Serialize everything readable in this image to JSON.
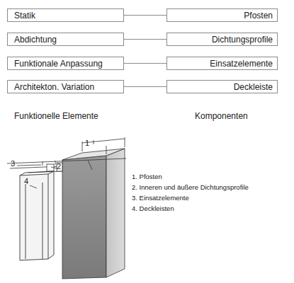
{
  "diagram": {
    "nodes": [
      {
        "text": [
          "Statik"
        ]
      },
      {
        "text": [
          "Pfosten"
        ]
      },
      {
        "text": [
          "Abdichtung"
        ]
      },
      {
        "text": [
          "Dichtungsprofile"
        ]
      },
      {
        "text": [
          "Funktionale Anpassung"
        ]
      },
      {
        "text": [
          "Einsatzelemente"
        ]
      },
      {
        "text": [
          "Architekton. Variation"
        ]
      },
      {
        "text": [
          "Deckleiste"
        ]
      }
    ],
    "edges": [
      {
        "from": 0,
        "to": 1,
        "arrow": "none"
      },
      {
        "from": 2,
        "to": 3,
        "arrow": "none"
      },
      {
        "from": 4,
        "to": 5,
        "arrow": "none"
      },
      {
        "from": 6,
        "to": 7,
        "arrow": "none"
      }
    ],
    "labels": [
      "Funktionelle Elemente",
      "Komponenten",
      "1",
      "2",
      "3",
      "4",
      "1. Pfosten",
      "2. Inneren und äußere Dichtungsprofile",
      "3. Einsatzelemente",
      "4. Deckleisten"
    ]
  }
}
